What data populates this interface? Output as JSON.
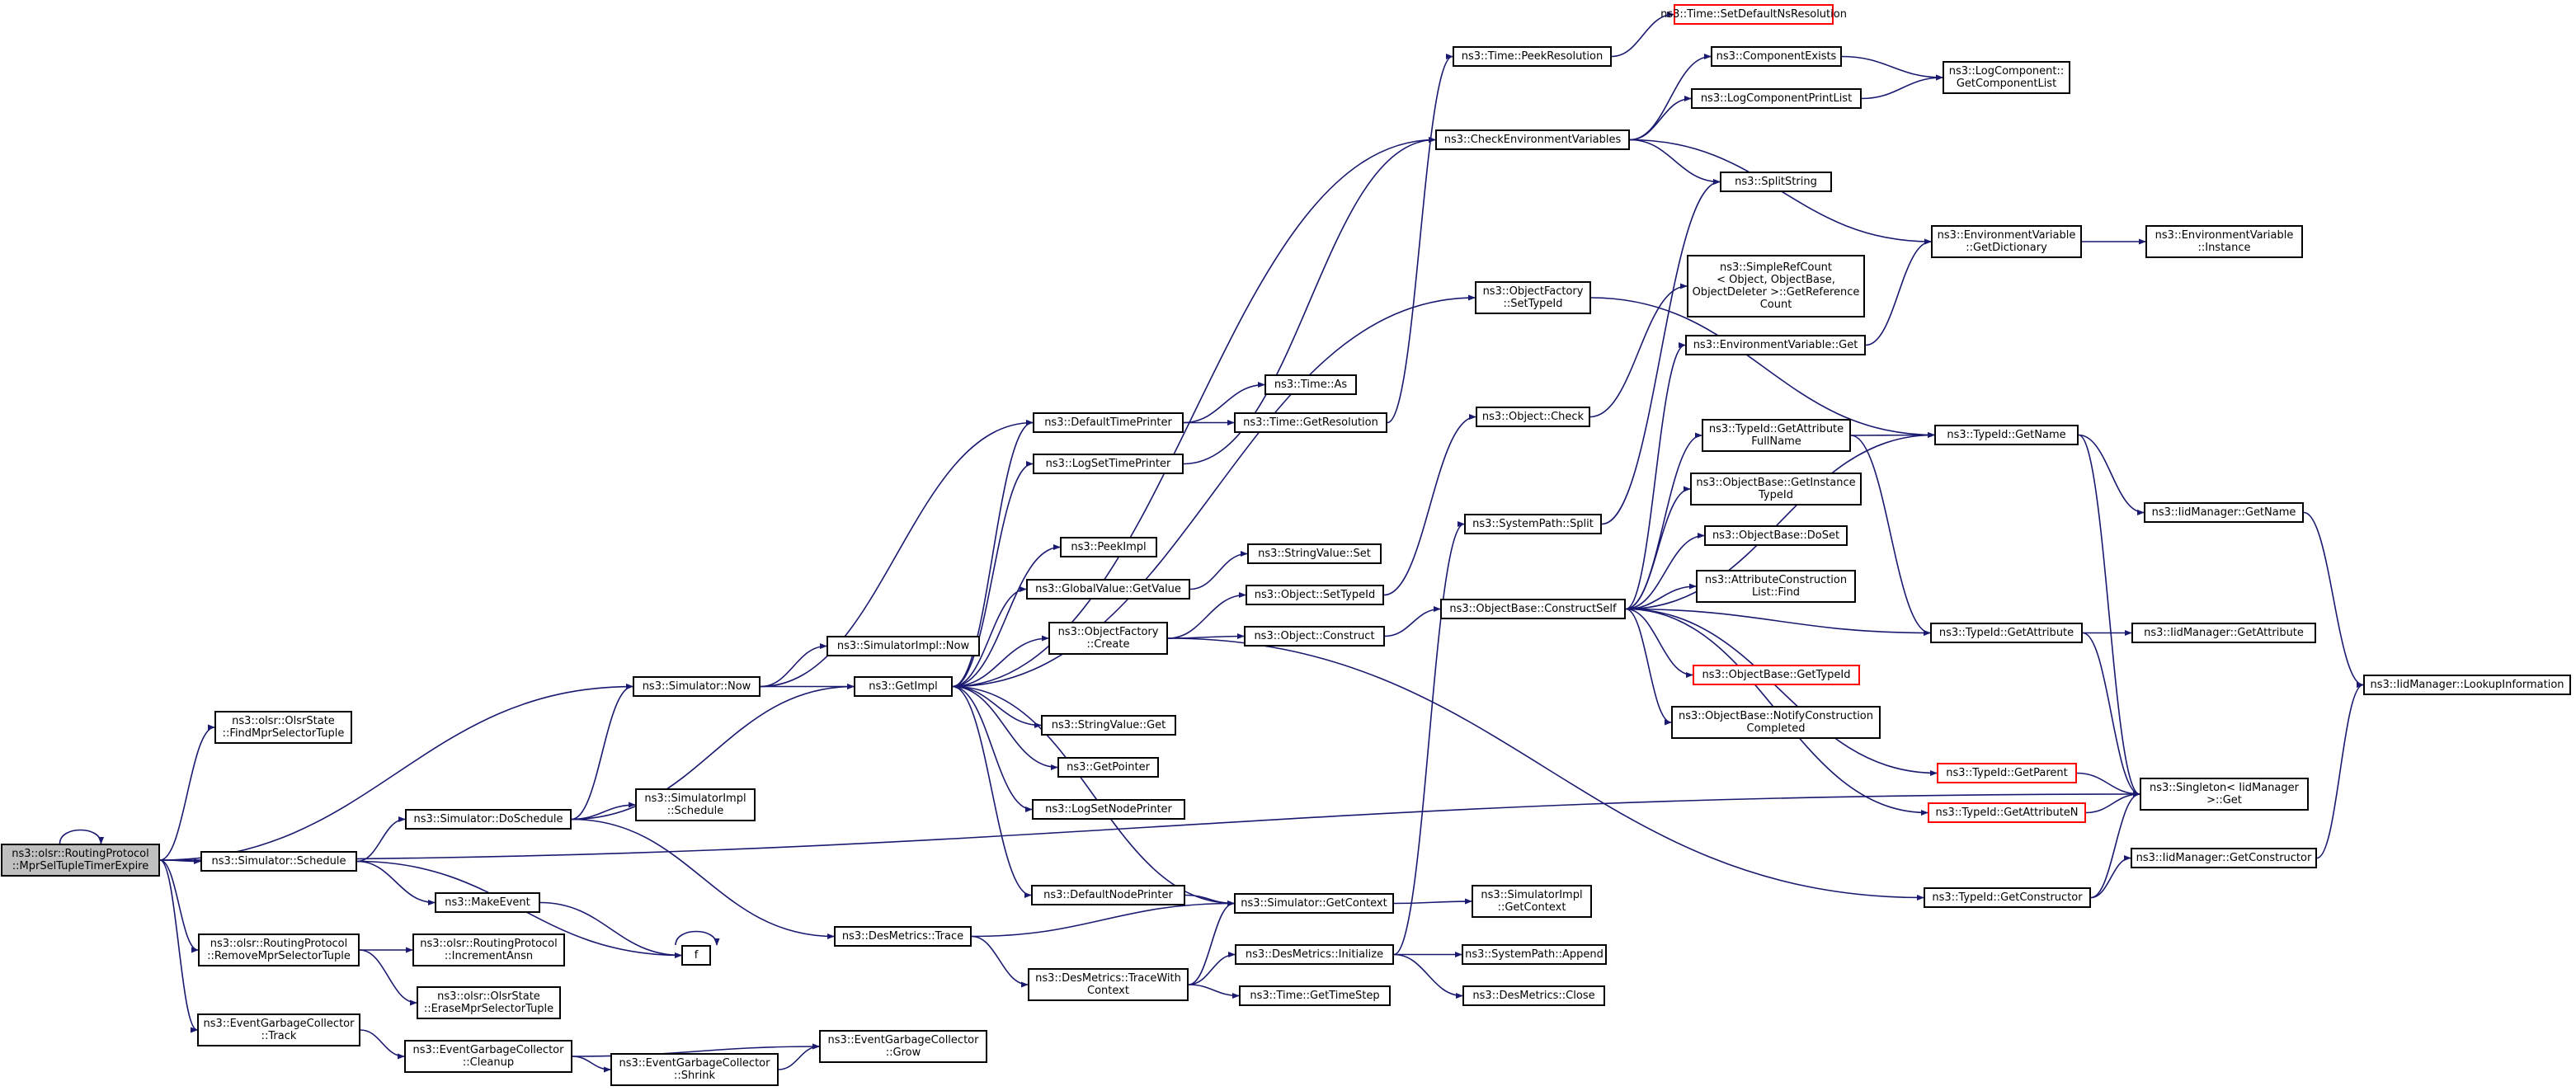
{
  "nodes": {
    "n_root": "ns3::olsr::RoutingProtocol\n::MprSelTupleTimerExpire",
    "n_findmpr": "ns3::olsr::OlsrState\n::FindMprSelectorTuple",
    "n_simnow": "ns3::Simulator::Now",
    "n_simdosched": "ns3::Simulator::DoSchedule",
    "n_simsched": "ns3::Simulator::Schedule",
    "n_makeevent": "ns3::MakeEvent",
    "n_f": "f",
    "n_removempr": "ns3::olsr::RoutingProtocol\n::RemoveMprSelectorTuple",
    "n_incansn": "ns3::olsr::RoutingProtocol\n::IncrementAnsn",
    "n_erasempr": "ns3::olsr::OlsrState\n::EraseMprSelectorTuple",
    "n_egctrack": "ns3::EventGarbageCollector\n::Track",
    "n_egccleanup": "ns3::EventGarbageCollector\n::Cleanup",
    "n_egcshrink": "ns3::EventGarbageCollector\n::Shrink",
    "n_egcgrow": "ns3::EventGarbageCollector\n::Grow",
    "n_simimplnow": "ns3::SimulatorImpl::Now",
    "n_getimpl": "ns3::GetImpl",
    "n_simimplsched": "ns3::SimulatorImpl\n::Schedule",
    "n_desmtrace": "ns3::DesMetrics::Trace",
    "n_desmtracectx": "ns3::DesMetrics::TraceWith\nContext",
    "n_defnodeprinter": "ns3::DefaultNodePrinter",
    "n_simgetctx": "ns3::Simulator::GetContext",
    "n_simimplgetctx": "ns3::SimulatorImpl\n::GetContext",
    "n_desminit": "ns3::DesMetrics::Initialize",
    "n_syspathappend": "ns3::SystemPath::Append",
    "n_desmclose": "ns3::DesMetrics::Close",
    "n_timegetstep": "ns3::Time::GetTimeStep",
    "n_deftimeprinter": "ns3::DefaultTimePrinter",
    "n_logsettimeprinter": "ns3::LogSetTimePrinter",
    "n_peekimpl": "ns3::PeekImpl",
    "n_globalvalget": "ns3::GlobalValue::GetValue",
    "n_objfactcreate": "ns3::ObjectFactory\n::Create",
    "n_strvalget": "ns3::StringValue::Get",
    "n_getpointer": "ns3::GetPointer",
    "n_logsetnodeprinter": "ns3::LogSetNodePrinter",
    "n_timeas": "ns3::Time::As",
    "n_timegetres": "ns3::Time::GetResolution",
    "n_strvalset": "ns3::StringValue::Set",
    "n_objsettypeid": "ns3::Object::SetTypeId",
    "n_objconstruct": "ns3::Object::Construct",
    "n_timepeekres": "ns3::Time::PeekResolution",
    "n_timesetdefres": "ns3::Time::SetDefaultNsResolution",
    "n_checkenv": "ns3::CheckEnvironmentVariables",
    "n_objfactsettype": "ns3::ObjectFactory\n::SetTypeId",
    "n_objcheck": "ns3::Object::Check",
    "n_syspathsplit": "ns3::SystemPath::Split",
    "n_objbaseconstruct": "ns3::ObjectBase::ConstructSelf",
    "n_compexists": "ns3::ComponentExists",
    "n_logcompprint": "ns3::LogComponentPrintList",
    "n_splitstring": "ns3::SplitString",
    "n_simplerefcount": "ns3::SimpleRefCount\n< Object, ObjectBase,\nObjectDeleter >::GetReference\nCount",
    "n_envvarget": "ns3::EnvironmentVariable::Get",
    "n_typeidgetattrfull": "ns3::TypeId::GetAttribute\nFullName",
    "n_objbasegetinst": "ns3::ObjectBase::GetInstance\nTypeId",
    "n_objbasedoset": "ns3::ObjectBase::DoSet",
    "n_attrconstructfind": "ns3::AttributeConstruction\nList::Find",
    "n_objbasegettype": "ns3::ObjectBase::GetTypeId",
    "n_objbasenotify": "ns3::ObjectBase::NotifyConstruction\nCompleted",
    "n_logcompgetlist": "ns3::LogComponent::\nGetComponentList",
    "n_envvargetdict": "ns3::EnvironmentVariable\n::GetDictionary",
    "n_envvarinstance": "ns3::EnvironmentVariable\n::Instance",
    "n_typeidgetname": "ns3::TypeId::GetName",
    "n_typeidgetattr": "ns3::TypeId::GetAttribute",
    "n_typeidgetparent": "ns3::TypeId::GetParent",
    "n_typeidgetattrn": "ns3::TypeId::GetAttributeN",
    "n_typeidgetctor": "ns3::TypeId::GetConstructor",
    "n_iidmgrgetname": "ns3::IidManager::GetName",
    "n_iidmgrgetattr": "ns3::IidManager::GetAttribute",
    "n_singletonget": "ns3::Singleton< IidManager\n >::Get",
    "n_iidmgrgetctor": "ns3::IidManager::GetConstructor",
    "n_iidmgrlookup": "ns3::IidManager::LookupInformation"
  },
  "style": {
    "edge_color": "#191970",
    "node_border": "#000000",
    "red_border": "#ff0000",
    "root_fill": "#bfbfbf"
  }
}
